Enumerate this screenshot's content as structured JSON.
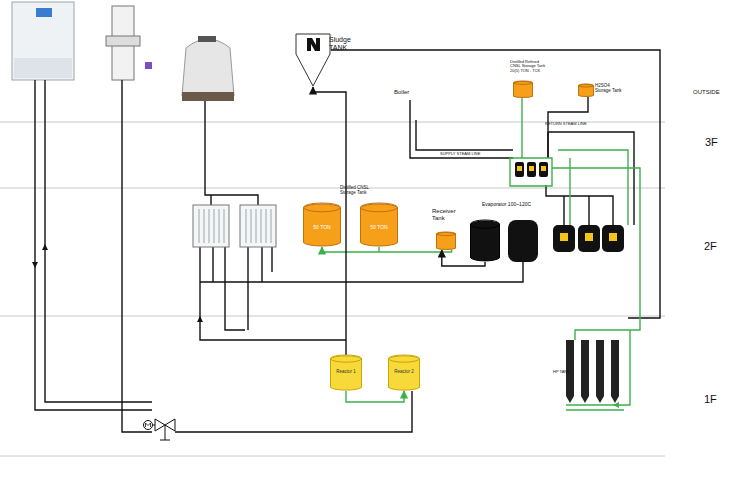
{
  "diagram": {
    "nodes": [
      {
        "text": [
          "Sludge TANK"
        ]
      },
      {
        "text": [
          "Distilled Refined CNSL Storage Tank 20(5) TON - TCK"
        ]
      },
      {
        "text": [
          "H2SO4 Storage Tank"
        ]
      },
      {
        "text": [
          "50 TON"
        ]
      },
      {
        "text": [
          "50 TON"
        ]
      },
      {
        "text": [
          "Receiver Tank"
        ]
      },
      {
        "text": [
          "Evaporator 100~120C"
        ]
      },
      {
        "text": [
          "Reactor 1"
        ]
      },
      {
        "text": [
          "Reactor 2"
        ]
      }
    ],
    "edges": [
      {
        "from": 5,
        "to": 3,
        "arrow": "to"
      },
      {
        "from": 6,
        "to": 5,
        "arrow": "to"
      },
      {
        "from": 7,
        "to": 8,
        "arrow": "to"
      },
      {
        "from": 7,
        "to": 0,
        "arrow": "to"
      }
    ],
    "labels": [
      "Boiler",
      "Distilled CNSL Storage Tank",
      "SUPPLY STEAM LINE",
      "RETURN STEAM LINE",
      "HP TANK",
      "OUTSIDE",
      "3F",
      "2F",
      "1F"
    ]
  }
}
